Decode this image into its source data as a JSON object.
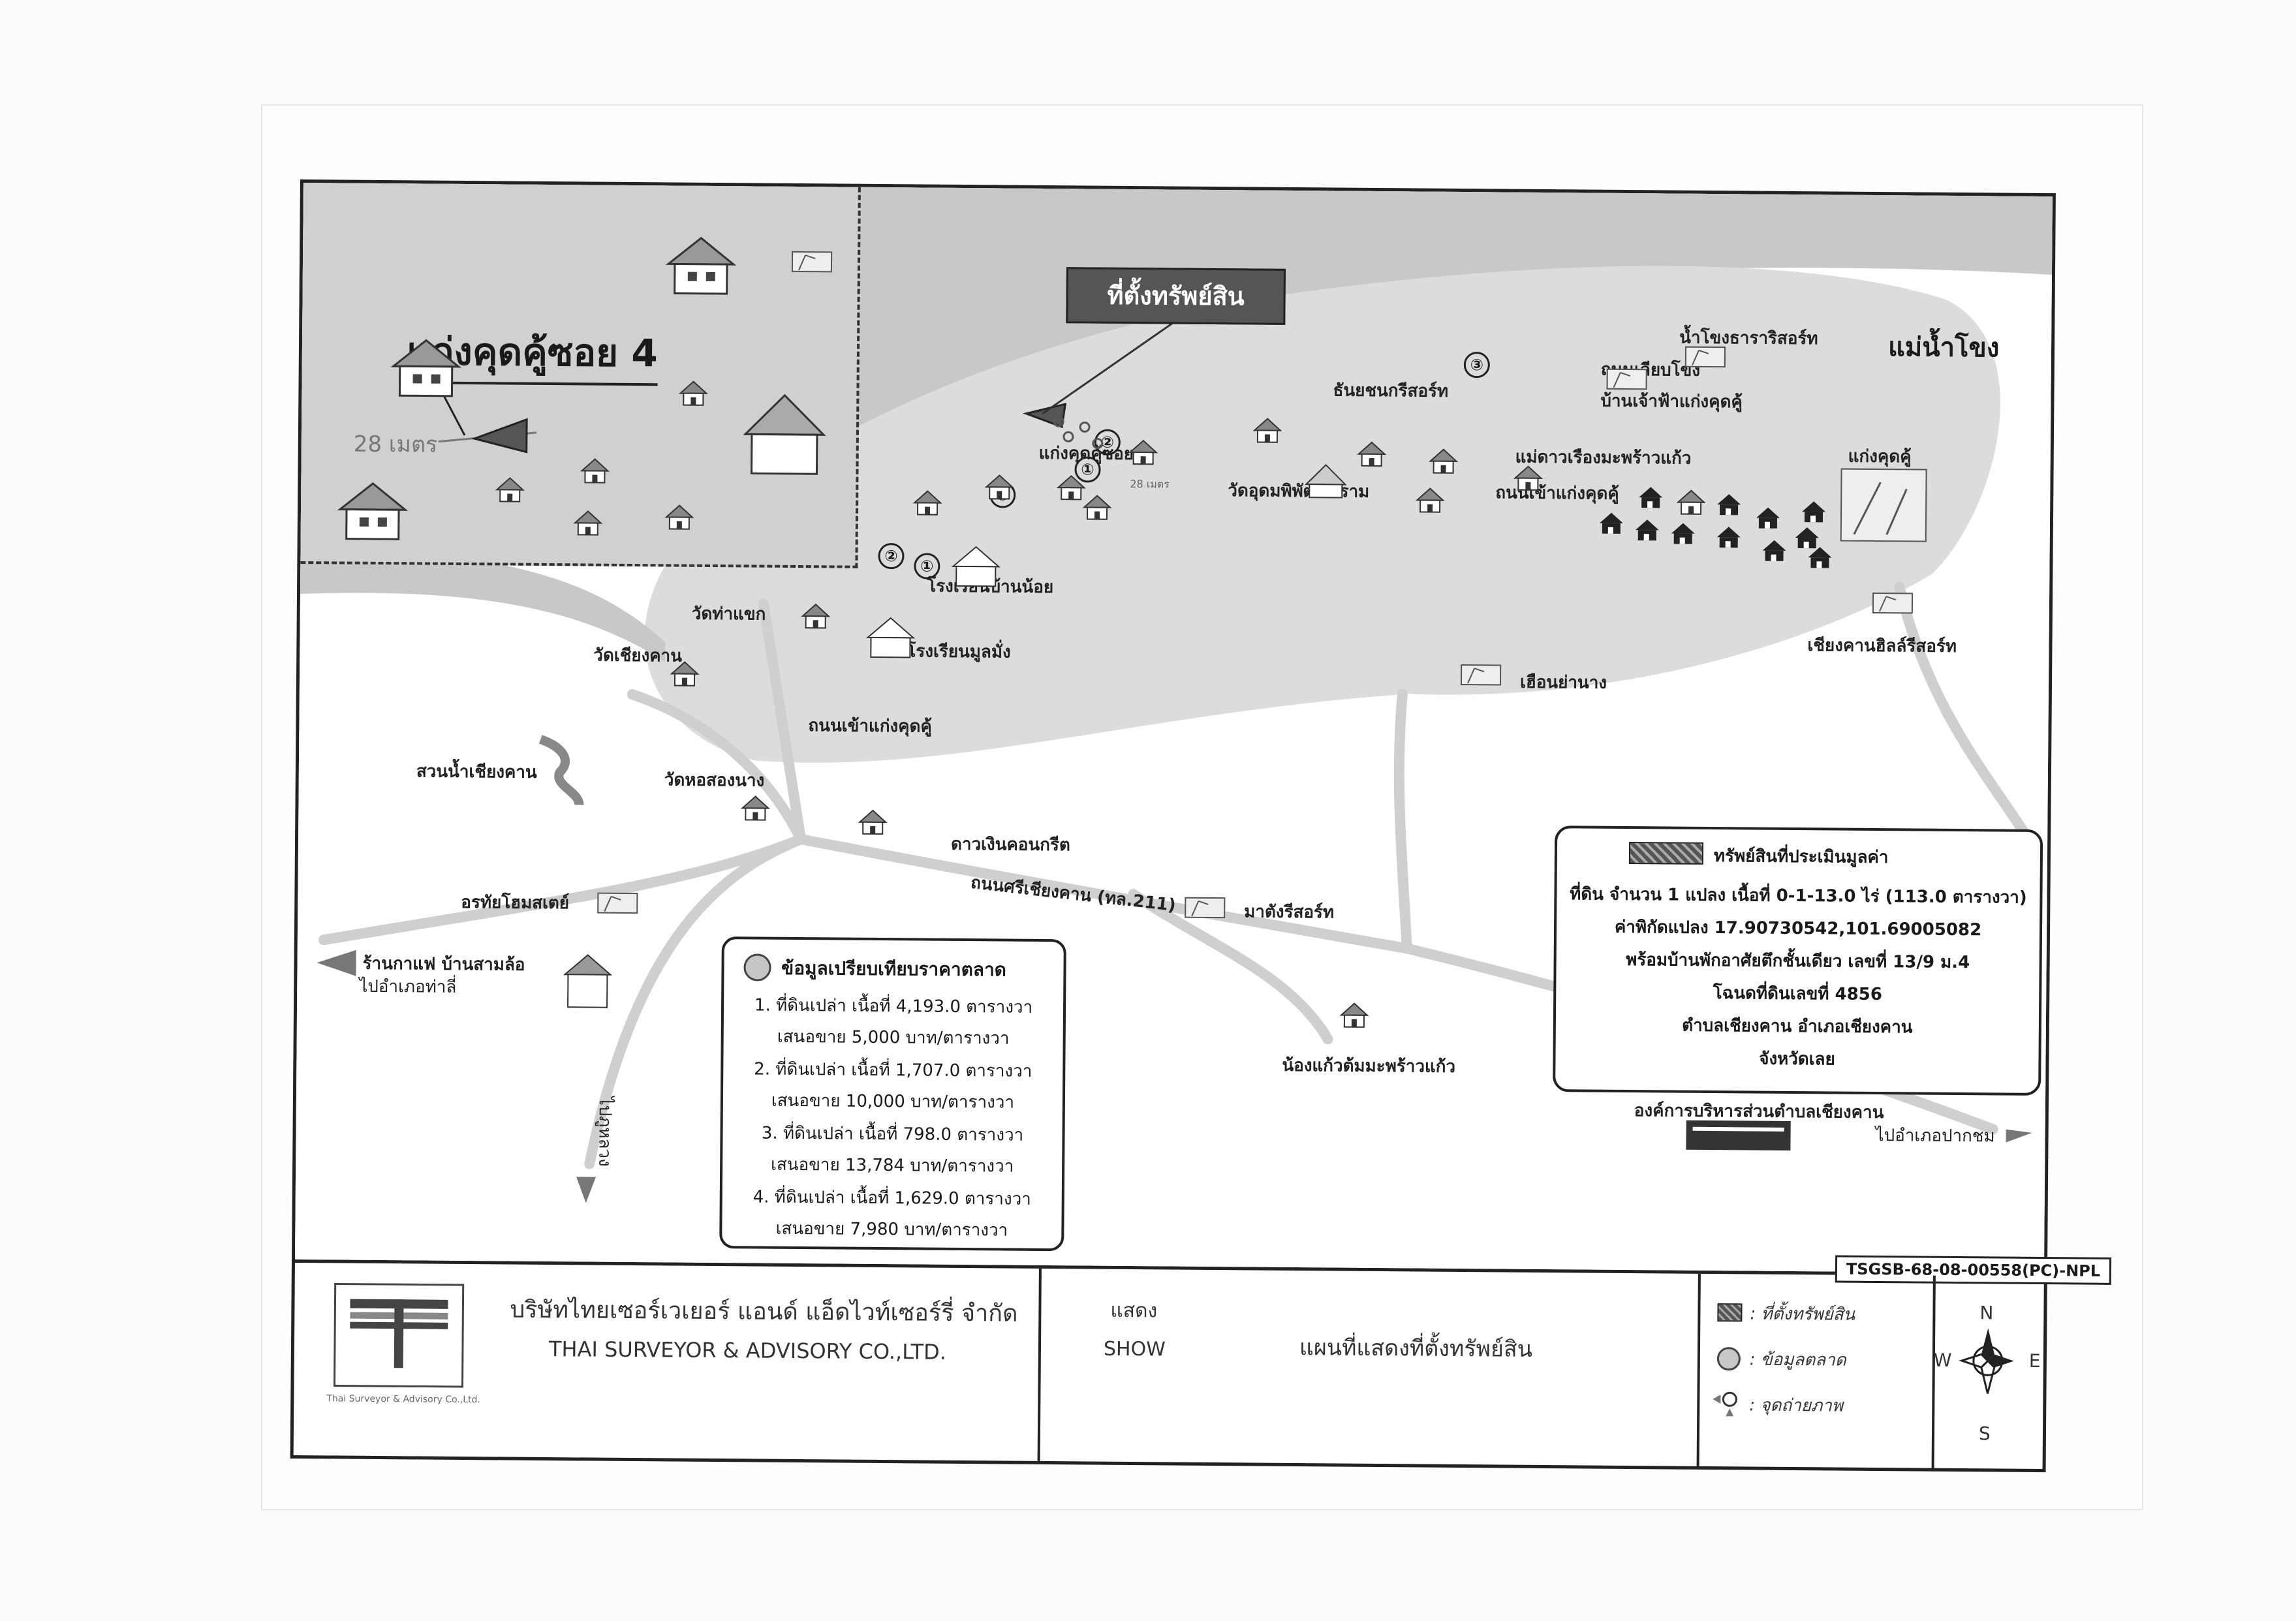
{
  "map": {
    "callout": "ที่ตั้งทรัพย์สิน",
    "river": "แม่น้ำโขง",
    "inset": {
      "title": "แก่งคุดคู้ซอย 4",
      "distance": "28 เมตร"
    },
    "labels": {
      "nam_khong_riverside": "น้ำโขงธาราริสอร์ท",
      "thanon_liab_khong": "ถนนเลียบโขง",
      "ban_chao_fa": "บ้านเจ้าฟ้าแก่งคุดคู้",
      "thanya_resort": "ธันยชนกรีสอร์ท",
      "soi4": "แก่งคุดคู้ซอย 4",
      "wat_udom": "วัดอุดมพิพัฒนาราม",
      "mae_dao": "แม่ดาวเรืองมะพร้าวแก้ว",
      "thanon_kaeng": "ถนนเข้าแก่งคุดคู้",
      "kaeng_kut_khu": "แก่งคุดคู้",
      "school_ban_noi": "โรงเรียนบ้านน้อย",
      "wat_tha_khaek": "วัดท่าแขก",
      "school_mun_mang": "โรงเรียนมูลมั่ง",
      "wat_chiang_khan": "วัดเชียงคาน",
      "chiang_khan_hill": "เชียงคานฮิลล์รีสอร์ท",
      "ruean_ya_nang": "เฮือนย่านาง",
      "road_to_kaeng": "ถนนเข้าแก่งคุดคู้",
      "suan_nam": "สวนน้ำเชียงคาน",
      "wat_ho_song": "วัดหอสองนาง",
      "dao_ngoen": "ดาวเงินคอนกรีต",
      "road_211": "ถนนศรีเชียงคาน (ทล.211)",
      "orathai": "อรทัยโฮมสเตย์",
      "mata": "มาตังรีสอร์ท",
      "cafe": "ร้านกาแฟ บ้านสามล้อ",
      "to_tha_li": "ไปอำเภอท่าลี่",
      "nong_kaew": "น้องแก้วต้มมะพร้าวแก้ว",
      "obt": "องค์การบริหารส่วนตำบลเชียงคาน",
      "to_loei": "ไปภูหลวง",
      "to_pak_chom": "ไปอำเภอปากชม",
      "tiny_dist": "28 เมตร"
    },
    "numbers": [
      "③",
      "②",
      "①",
      "④",
      "②",
      "①"
    ]
  },
  "subject_legend": {
    "title": "ทรัพย์สินที่ประเมินมูลค่า",
    "lines": [
      "ที่ดิน จำนวน 1 แปลง เนื้อที่ 0-1-13.0 ไร่ (113.0 ตารางวา)",
      "ค่าพิกัดแปลง 17.90730542,101.69005082",
      "พร้อมบ้านพักอาศัยตึกชั้นเดียว เลขที่ 13/9 ม.4",
      "โฉนดที่ดินเลขที่ 4856",
      "ตำบลเชียงคาน อำเภอเชียงคาน",
      "จังหวัดเลย"
    ]
  },
  "comparison": {
    "title": "ข้อมูลเปรียบเทียบราคาตลาด",
    "lines": [
      "1. ที่ดินเปล่า เนื้อที่ 4,193.0 ตารางวา",
      "เสนอขาย 5,000 บาท/ตารางวา",
      "2. ที่ดินเปล่า เนื้อที่ 1,707.0 ตารางวา",
      "เสนอขาย 10,000 บาท/ตารางวา",
      "3. ที่ดินเปล่า เนื้อที่ 798.0 ตารางวา",
      "เสนอขาย 13,784 บาท/ตารางวา",
      "4. ที่ดินเปล่า เนื้อที่ 1,629.0 ตารางวา",
      "เสนอขาย 7,980 บาท/ตารางวา"
    ]
  },
  "reference": "TSGSB-68-08-00558(PC)-NPL",
  "footer": {
    "company_th": "บริษัทไทยเซอร์เวเยอร์ แอนด์ แอ็ดไวท์เซอร์รี่ จำกัด",
    "company_en": "THAI SURVEYOR & ADVISORY CO.,LTD.",
    "logo_text": "Thai Surveyor & Advisory Co.,Ltd.",
    "show_th": "แสดง",
    "show_en": "SHOW",
    "title": "แผนที่แสดงที่ตั้งทรัพย์สิน",
    "legend": [
      ": ที่ตั้งทรัพย์สิน",
      ": ข้อมูลตลาด",
      ": จุดถ่ายภาพ"
    ],
    "compass": {
      "n": "N",
      "s": "S",
      "e": "E",
      "w": "W"
    }
  },
  "colors": {
    "land": "#ffffff",
    "settlement": "#dcdcdc",
    "river": "#c8c8c8",
    "road": "#cfcfcf",
    "frame": "#222222"
  }
}
